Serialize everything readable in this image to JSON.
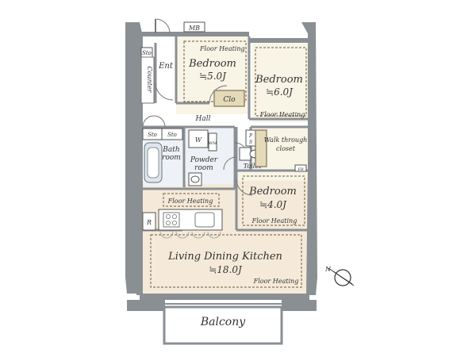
{
  "rooms": {
    "bedroom1": {
      "name": "Bedroom",
      "size": "≒5.0J",
      "heating": "Floor Heating"
    },
    "bedroom2": {
      "name": "Bedroom",
      "size": "≒6.0J",
      "heating": "Floor Heating"
    },
    "bedroom3": {
      "name": "Bedroom",
      "size": "≒4.0J",
      "heating": "Floor Heating"
    },
    "ldk": {
      "name": "Living Dining Kitchen",
      "size": "≒18.0J",
      "heating": "Floor Heating"
    },
    "kitchen_heating": "Floor Heating"
  },
  "labels": {
    "mb": "MB",
    "ent": "Ent",
    "counter": "Counter",
    "hall": "Hall",
    "clo": "Clo",
    "sto1": "Sto",
    "sto2": "Sto",
    "sto3": "Sto",
    "bath1": "Bath",
    "bath2": "room",
    "w": "W",
    "wm": "WM",
    "powder1": "Powder",
    "powder2": "room",
    "ps1": "P",
    "ps2": "S",
    "walk1": "Walk through",
    "walk2": "closet",
    "toilet": "Toilet",
    "fr": "FR",
    "refrigerator": "R",
    "balcony": "Balcony",
    "north": "N"
  },
  "colors": {
    "wall": "#8a8f94",
    "wall_dark": "#6e7378",
    "bedroom_fill": "#f8f4e6",
    "ldk_fill": "#f5ead9",
    "wet_fill": "#eef2f6",
    "dashed_line": "#6a5a3a",
    "clo_fill": "#e4d9b8"
  }
}
